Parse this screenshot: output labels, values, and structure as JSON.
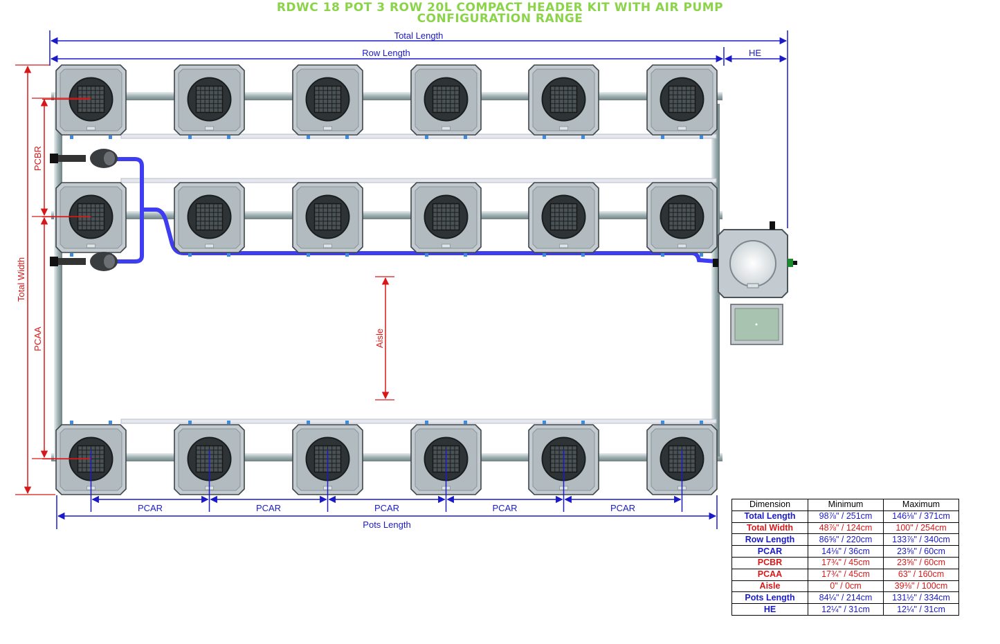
{
  "title": {
    "line1": "RDWC 18 POT 3 ROW 20L COMPACT HEADER KIT WITH AIR PUMP",
    "line2": "CONFIGURATION RANGE"
  },
  "labels": {
    "total_length": "Total Length",
    "row_length": "Row Length",
    "he": "HE",
    "pcbr": "PCBR",
    "pcaa": "PCAA",
    "total_width": "Total Width",
    "aisle": "Aisle",
    "pcar": "PCAR",
    "pots_length": "Pots Length"
  },
  "colors": {
    "title": "#8bd44a",
    "blue_dimension": "#1a1ac8",
    "red_dimension": "#d81818",
    "pot_body": "#c3cbd0",
    "pipe": "#9fb1b3",
    "hose": "#3e3ef0",
    "reservoir_tray": "#a8c4b0"
  },
  "layout_counts": {
    "rows": 3,
    "pots_per_row": 6
  },
  "table": {
    "headers": [
      "Dimension",
      "Minimum",
      "Maximum"
    ],
    "rows": [
      {
        "name": "Total Length",
        "color": "blue",
        "min": "98⅞\" / 251cm",
        "max": "146⅛\" / 371cm"
      },
      {
        "name": "Total Width",
        "color": "red",
        "min": "48⅞\" / 124cm",
        "max": "100\" / 254cm"
      },
      {
        "name": "Row Length",
        "color": "blue",
        "min": "86⅝\" / 220cm",
        "max": "133⅞\" / 340cm"
      },
      {
        "name": "PCAR",
        "color": "blue",
        "min": "14⅛\" / 36cm",
        "max": "23⅝\" / 60cm"
      },
      {
        "name": "PCBR",
        "color": "red",
        "min": "17¾\" / 45cm",
        "max": "23⅝\" / 60cm"
      },
      {
        "name": "PCAA",
        "color": "red",
        "min": "17¾\" / 45cm",
        "max": "63\" / 160cm"
      },
      {
        "name": "Aisle",
        "color": "red",
        "min": "0\" / 0cm",
        "max": "39⅜\" / 100cm"
      },
      {
        "name": "Pots Length",
        "color": "blue",
        "min": "84¼\" / 214cm",
        "max": "131½\" / 334cm"
      },
      {
        "name": "HE",
        "color": "blue",
        "min": "12¼\" / 31cm",
        "max": "12¼\" / 31cm"
      }
    ]
  }
}
